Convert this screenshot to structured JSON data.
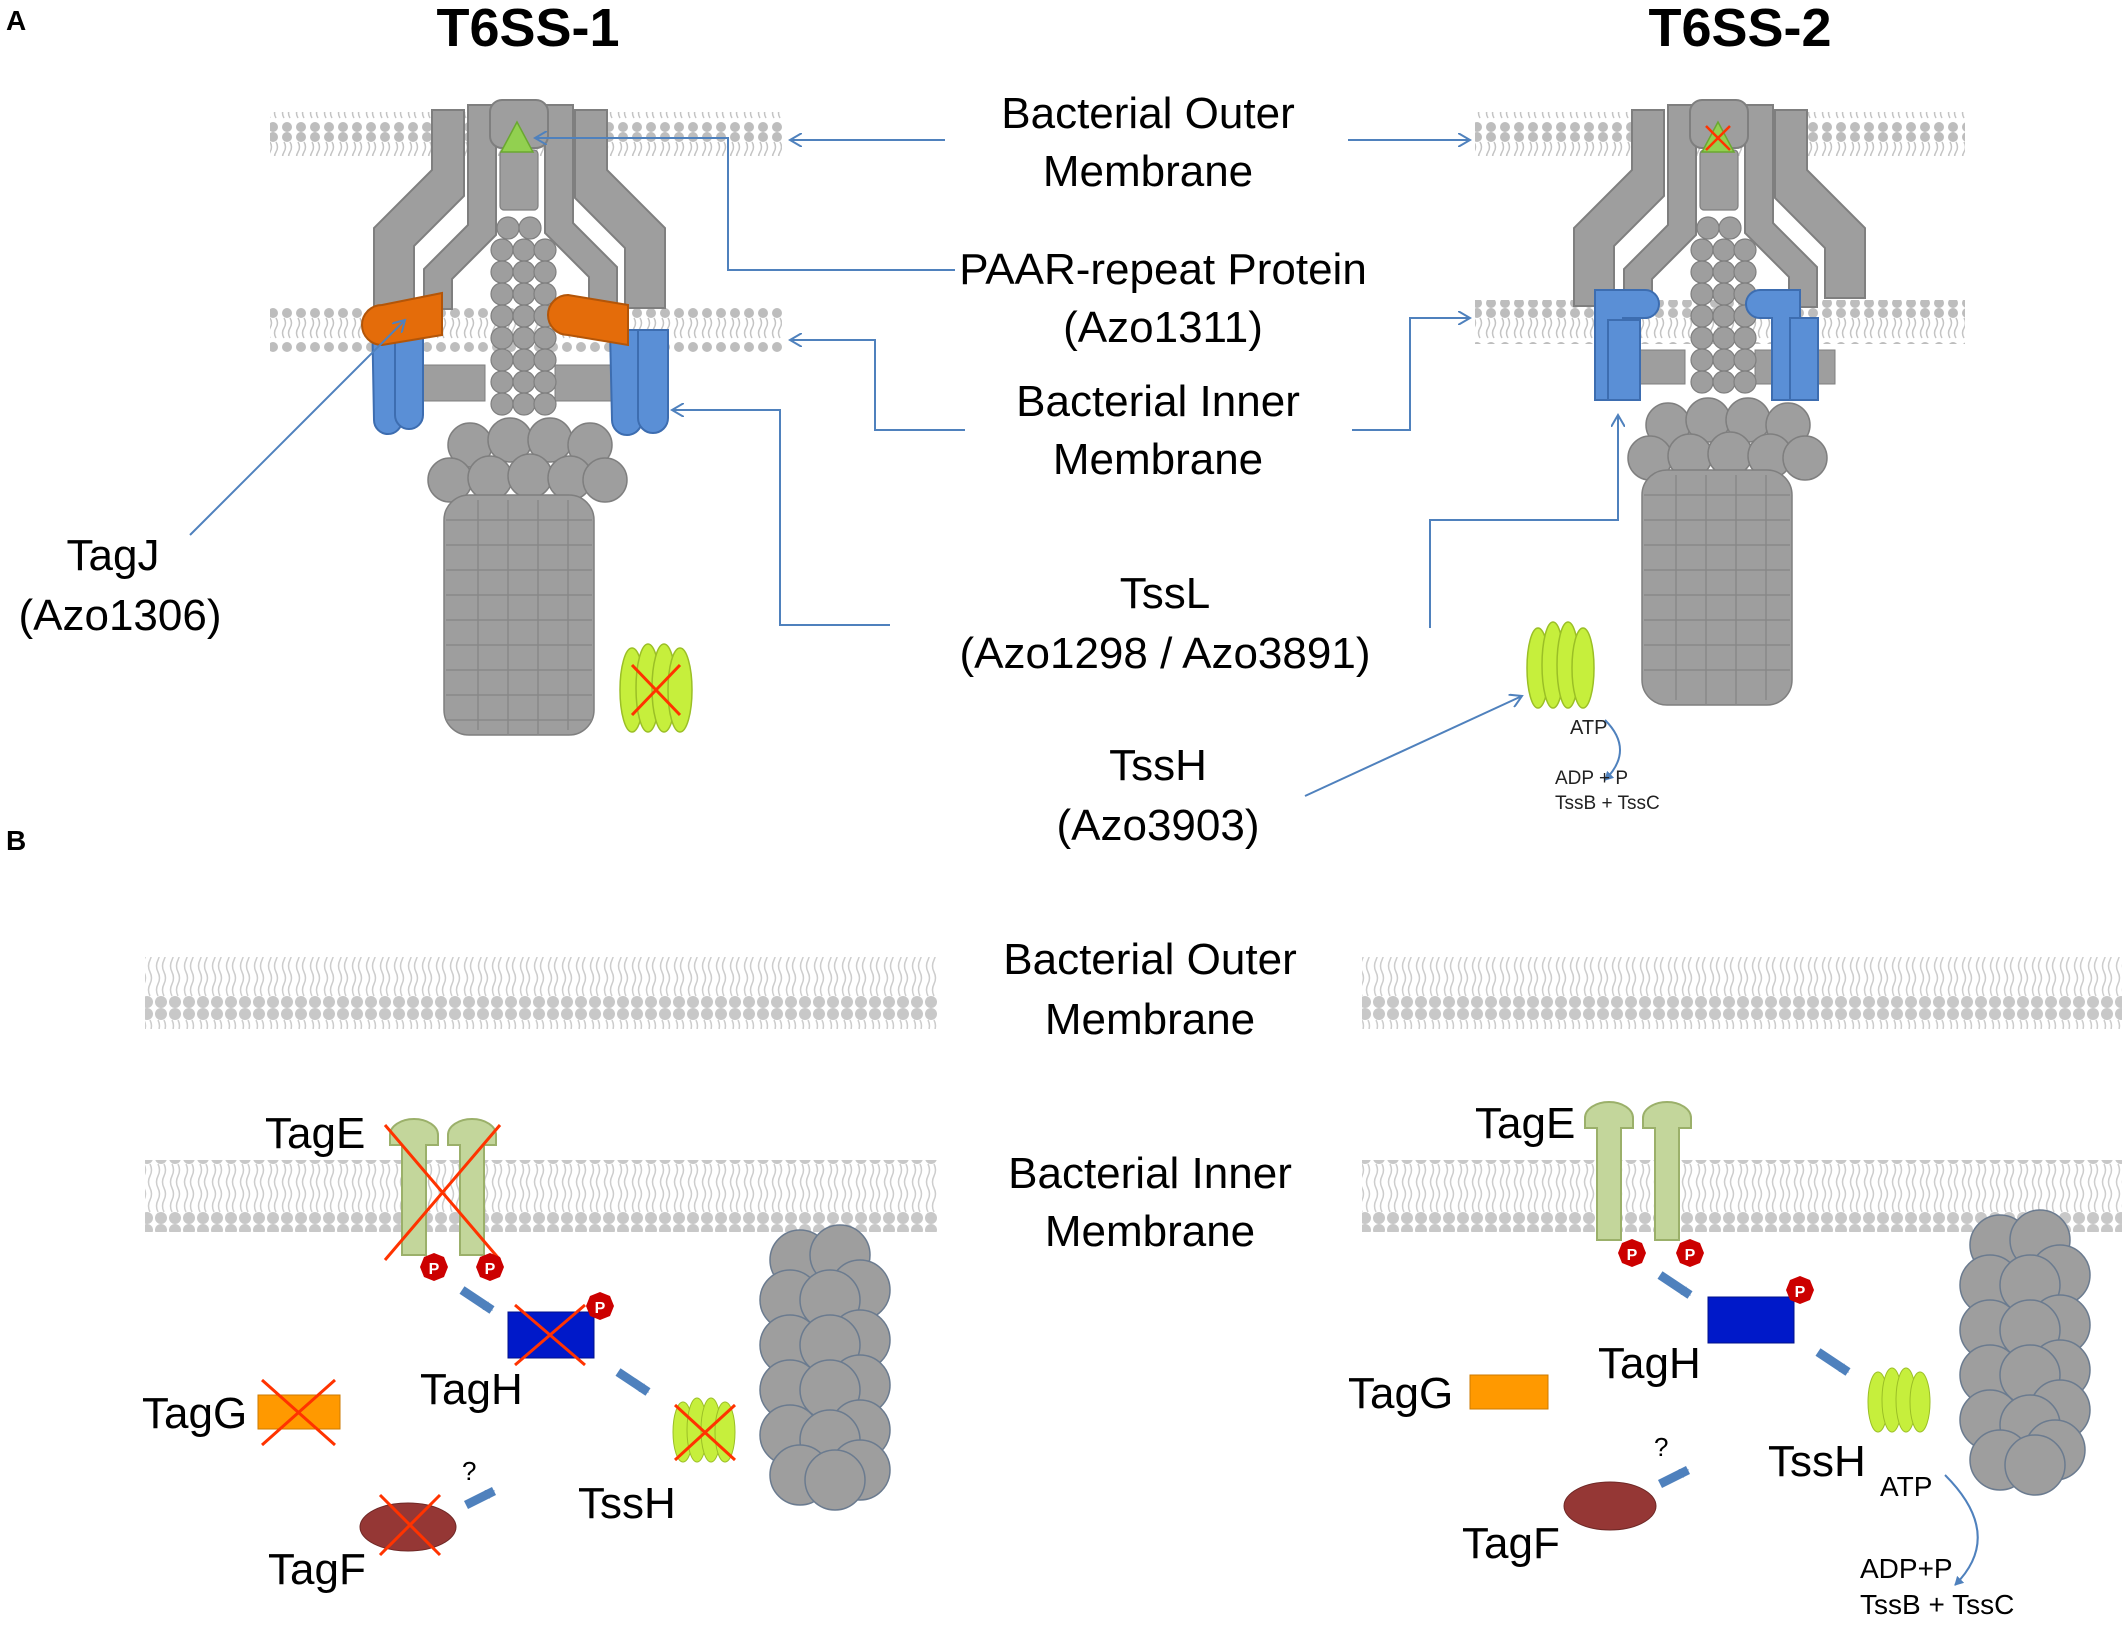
{
  "panels": {
    "a": "A",
    "b": "B"
  },
  "titles": {
    "left": "T6SS-1",
    "right": "T6SS-2"
  },
  "panel_a": {
    "outer_membrane": [
      "Bacterial Outer",
      "Membrane"
    ],
    "paar": [
      "PAAR-repeat Protein",
      "(Azo1311)"
    ],
    "inner_membrane": [
      "Bacterial Inner",
      "Membrane"
    ],
    "tagj": [
      "TagJ",
      "(Azo1306)"
    ],
    "tssl": [
      "TssL",
      "(Azo1298 / Azo3891)"
    ],
    "tssh": [
      "TssH",
      "(Azo3903)"
    ],
    "atp": "ATP",
    "products": [
      "ADP + P",
      "TssB + TssC"
    ]
  },
  "panel_b": {
    "outer_membrane": [
      "Bacterial Outer",
      "Membrane"
    ],
    "inner_membrane": [
      "Bacterial Inner",
      "Membrane"
    ],
    "left": {
      "tage": "TagE",
      "tagh": "TagH",
      "tagg": "TagG",
      "tagf": "TagF",
      "tssh": "TssH",
      "question": "?"
    },
    "right": {
      "tage": "TagE",
      "tagh": "TagH",
      "tagg": "TagG",
      "tagf": "TagF",
      "tssh": "TssH",
      "atp": "ATP",
      "question": "?",
      "products": [
        "ADP+P",
        "TssB + TssC"
      ]
    },
    "phospho": "P"
  },
  "colors": {
    "orange_protein": "#e46c0a",
    "blue_protein": "#5a8fd6",
    "gray_structure": "#9e9e9e",
    "tssh_green": "#c6ef3c",
    "tage_green": "#c3d69b",
    "tagh_blue": "#0019c9",
    "tagg_orange": "#ff9900",
    "tagf_red": "#953735",
    "phospho_red": "#cc0000",
    "arrow_blue": "#4f81bd",
    "cross_red": "#ff3300"
  }
}
